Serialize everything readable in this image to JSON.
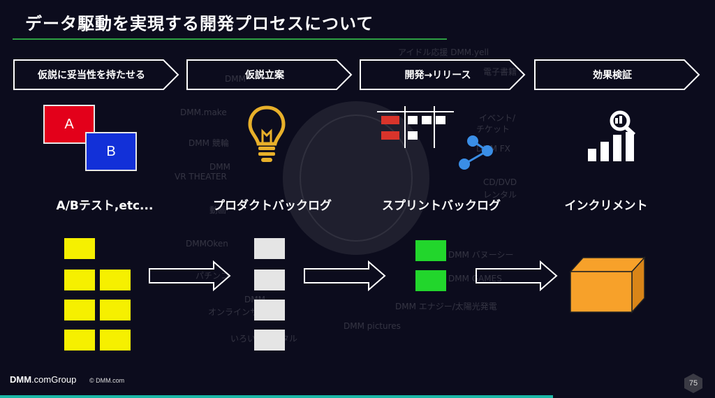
{
  "slide": {
    "title": "データ駆動を実現する開発プロセスについて",
    "page_number": "75"
  },
  "steps": [
    {
      "label": "仮説に妥当性を持たせる"
    },
    {
      "label": "仮説立案"
    },
    {
      "label": "開発→リリース"
    },
    {
      "label": "効果検証"
    }
  ],
  "ab_test": {
    "a": "A",
    "b": "B"
  },
  "captions": [
    "A/Bテスト,etc...",
    "プロダクトバックログ",
    "スプリントバックログ",
    "インクリメント"
  ],
  "watermark": [
    "アイドル応援 DMM.yell",
    "電子書籍",
    "DMM",
    "DMM.make",
    "イベント/",
    "チケット",
    "DMM 競輪",
    "DMM FX",
    "DMM",
    "VR THEATER",
    "CD/DVD",
    "レンタル",
    "動画",
    "DMMOken",
    "DMM バヌーシー",
    "パチンコ",
    "DMM GAMES",
    "DMM",
    "オンラインサロン",
    "DMM エナジー/太陽光発電",
    "いろいろレンタル",
    "DMM pictures"
  ],
  "footer": {
    "logo_bold": "DMM",
    "logo_mid": ".com",
    "logo_group": "Group",
    "copyright": "© DMM.com"
  },
  "colors": {
    "background": "#0c0c1d",
    "accent_green_rule": "#2ea043",
    "bottom_bar": "#1bb8a6",
    "ab_red": "#e3001a",
    "ab_blue": "#1230d8",
    "backlog_yellow": "#f6f000",
    "backlog_gray": "#e5e5e5",
    "sprint_green": "#22d62c",
    "increment_orange": "#f7a12a",
    "bulb_gold": "#e8b02a",
    "graph_blue": "#3a8ee6"
  },
  "icons": [
    "lightbulb-icon",
    "board-icon",
    "graph-nodes-icon",
    "analytics-icon",
    "cube-icon",
    "arrow-right-icon"
  ]
}
